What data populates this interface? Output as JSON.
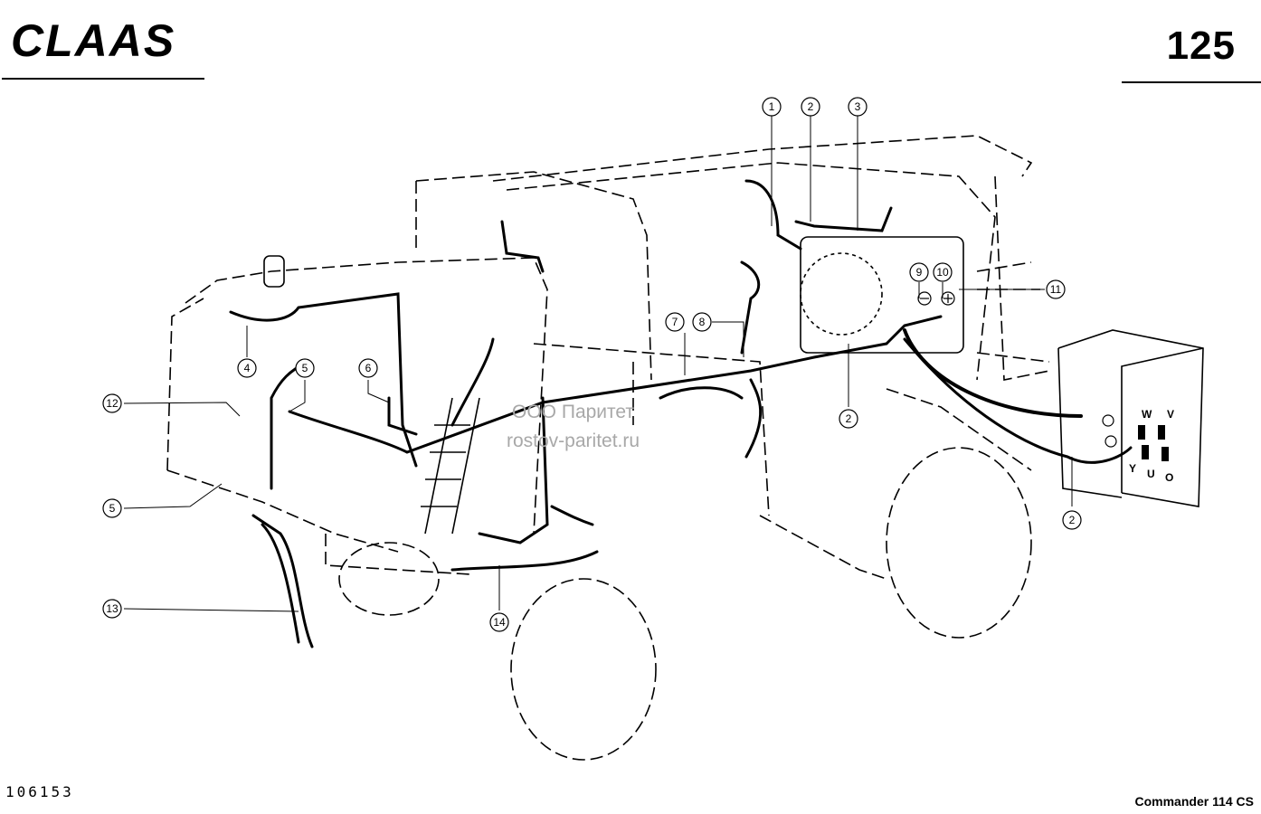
{
  "header": {
    "brand": "CLAAS",
    "page_number": "125"
  },
  "footer": {
    "drawing_id": "106153",
    "model": "Commander 114 CS"
  },
  "watermark": {
    "line1": "ООО Паритет",
    "line2": "rostov-paritet.ru"
  },
  "callouts": [
    "1",
    "2",
    "3",
    "4",
    "5",
    "6",
    "7",
    "8",
    "9",
    "10",
    "11",
    "12",
    "13",
    "14"
  ],
  "markings": {
    "terminal_letters": [
      "W",
      "V",
      "Y",
      "U",
      "O"
    ]
  }
}
